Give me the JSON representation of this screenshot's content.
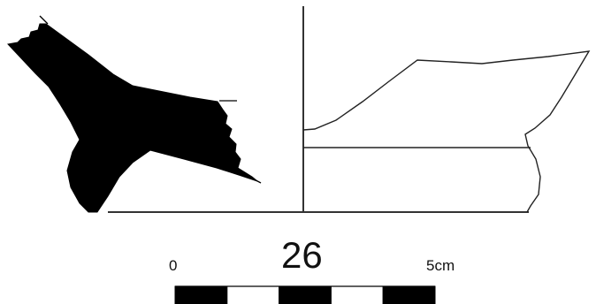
{
  "figure": {
    "number": "26"
  },
  "scale_bar": {
    "start_label": "0",
    "end_label": "5cm",
    "segment_colors": [
      "#000000",
      "#ffffff",
      "#000000",
      "#ffffff",
      "#000000"
    ]
  },
  "colors": {
    "ink": "#111111",
    "paper": "#ffffff"
  }
}
